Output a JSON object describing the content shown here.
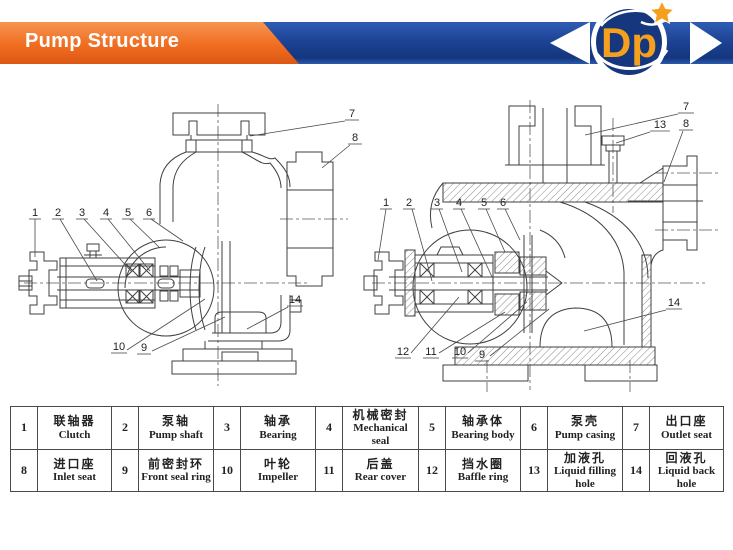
{
  "header": {
    "title": "Pump Structure",
    "logo_text": "Dp",
    "colors": {
      "orange": "#EF6D20",
      "blue": "#1D4394",
      "logo_orange": "#F5A01D",
      "line": "#3F3F3F"
    }
  },
  "diagram_left": {
    "description": "pump cross-section outline drawing",
    "callouts": [
      "1",
      "2",
      "3",
      "4",
      "5",
      "6",
      "7",
      "8",
      "14",
      "10",
      "9"
    ]
  },
  "diagram_right": {
    "description": "pump cross-section hatched drawing",
    "callouts": [
      "1",
      "2",
      "3",
      "4",
      "5",
      "6",
      "7",
      "13",
      "8",
      "14",
      "12",
      "11",
      "10",
      "9"
    ]
  },
  "parts_table": {
    "rows": [
      [
        {
          "no": "1",
          "cn": "联轴器",
          "en": "Clutch"
        },
        {
          "no": "2",
          "cn": "泵轴",
          "en": "Pump shaft"
        },
        {
          "no": "3",
          "cn": "轴承",
          "en": "Bearing"
        },
        {
          "no": "4",
          "cn": "机械密封",
          "en": "Mechanical seal"
        },
        {
          "no": "5",
          "cn": "轴承体",
          "en": "Bearing body"
        },
        {
          "no": "6",
          "cn": "泵壳",
          "en": "Pump casing"
        },
        {
          "no": "7",
          "cn": "出口座",
          "en": "Outlet seat"
        }
      ],
      [
        {
          "no": "8",
          "cn": "进口座",
          "en": "Inlet seat"
        },
        {
          "no": "9",
          "cn": "前密封环",
          "en": "Front seal ring"
        },
        {
          "no": "10",
          "cn": "叶轮",
          "en": "Impeller"
        },
        {
          "no": "11",
          "cn": "后盖",
          "en": "Rear cover"
        },
        {
          "no": "12",
          "cn": "挡水圈",
          "en": "Baffle ring"
        },
        {
          "no": "13",
          "cn": "加液孔",
          "en": "Liquid filling hole"
        },
        {
          "no": "14",
          "cn": "回液孔",
          "en": "Liquid back hole"
        }
      ]
    ]
  }
}
